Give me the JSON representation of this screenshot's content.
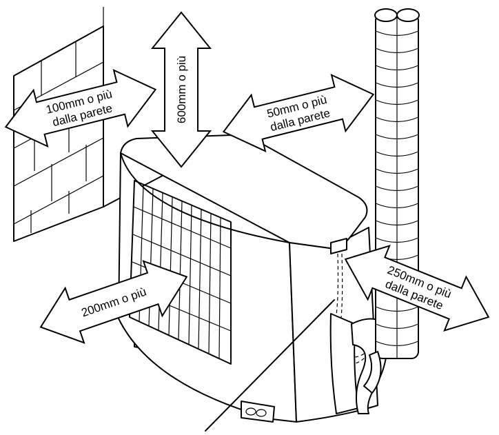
{
  "labels": {
    "left_line1": "100mm o più",
    "left_line2": "dalla parete",
    "top": "600mm o più",
    "back_line1": "50mm o più",
    "back_line2": "dalla parete",
    "front": "200mm o più",
    "right_line1": "250mm o più",
    "right_line2": "dalla parete"
  }
}
